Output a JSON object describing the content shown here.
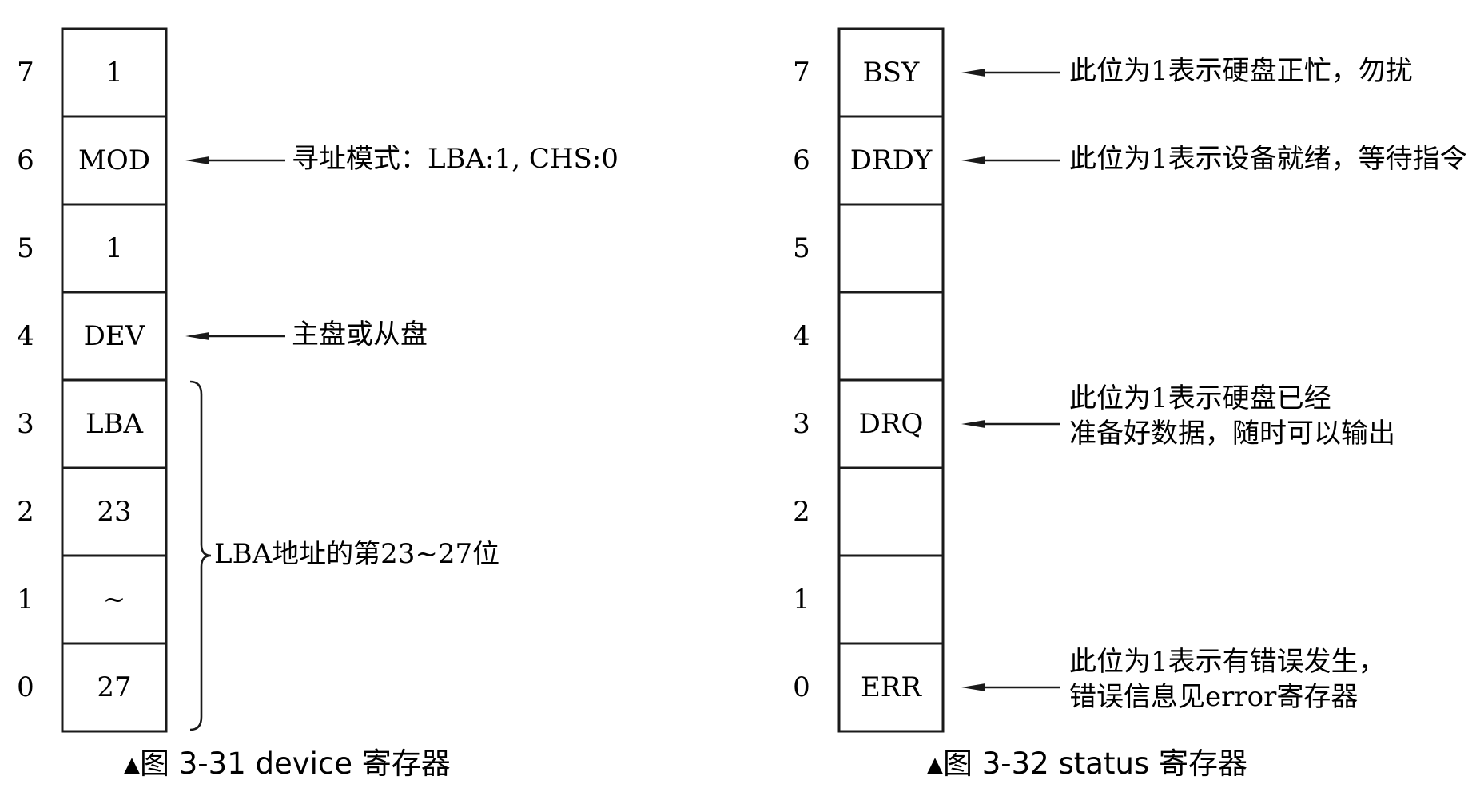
{
  "figures": [
    {
      "caption_marker": "▲",
      "caption": "图 3-31   device 寄存器",
      "bits": [
        {
          "bit": "7",
          "label": "1"
        },
        {
          "bit": "6",
          "label": "MOD"
        },
        {
          "bit": "5",
          "label": "1"
        },
        {
          "bit": "4",
          "label": "DEV"
        },
        {
          "bit": "3",
          "label": "LBA"
        },
        {
          "bit": "2",
          "label": "23"
        },
        {
          "bit": "1",
          "label": "~"
        },
        {
          "bit": "0",
          "label": "27"
        }
      ],
      "annotations": [
        {
          "target_bit": "6",
          "lines": [
            "寻址模式：LBA:1, CHS:0"
          ]
        },
        {
          "target_bit": "4",
          "lines": [
            "主盘或从盘"
          ]
        }
      ],
      "brace": {
        "from_bit": "3",
        "to_bit": "0",
        "text": "LBA地址的第23~27位"
      }
    },
    {
      "caption_marker": "▲",
      "caption": "图 3-32   status 寄存器",
      "bits": [
        {
          "bit": "7",
          "label": "BSY"
        },
        {
          "bit": "6",
          "label": "DRDY"
        },
        {
          "bit": "5",
          "label": ""
        },
        {
          "bit": "4",
          "label": ""
        },
        {
          "bit": "3",
          "label": "DRQ"
        },
        {
          "bit": "2",
          "label": ""
        },
        {
          "bit": "1",
          "label": ""
        },
        {
          "bit": "0",
          "label": "ERR"
        }
      ],
      "annotations": [
        {
          "target_bit": "7",
          "lines": [
            "此位为1表示硬盘正忙，勿扰"
          ]
        },
        {
          "target_bit": "6",
          "lines": [
            "此位为1表示设备就绪，等待指令"
          ]
        },
        {
          "target_bit": "3",
          "lines": [
            "此位为1表示硬盘已经",
            "准备好数据，随时可以输出"
          ]
        },
        {
          "target_bit": "0",
          "lines": [
            "此位为1表示有错误发生，",
            "错误信息见error寄存器"
          ]
        }
      ]
    }
  ]
}
